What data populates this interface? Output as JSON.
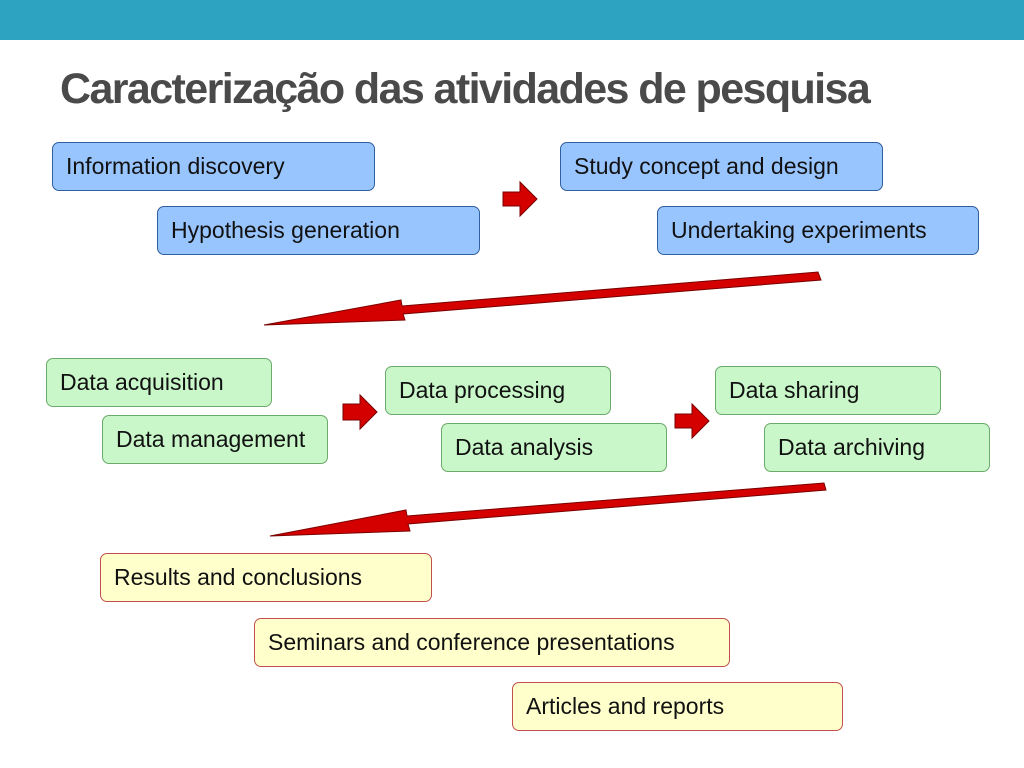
{
  "title": "Caracterização das atividades de pesquisa",
  "colors": {
    "header_bar": "#2ea3c1",
    "arrow": "#d40000",
    "stage1": "#99c5ff",
    "stage2": "#c9f7c9",
    "stage3": "#ffffcc"
  },
  "stage1": {
    "group_a": [
      "Information discovery",
      "Hypothesis generation"
    ],
    "group_b": [
      "Study concept and design",
      "Undertaking experiments"
    ]
  },
  "stage2": {
    "group_a": [
      "Data acquisition",
      "Data management"
    ],
    "group_b": [
      "Data processing",
      "Data analysis"
    ],
    "group_c": [
      "Data sharing",
      "Data archiving"
    ]
  },
  "stage3": {
    "items": [
      "Results and conclusions",
      "Seminars and conference presentations",
      "Articles and reports"
    ]
  }
}
